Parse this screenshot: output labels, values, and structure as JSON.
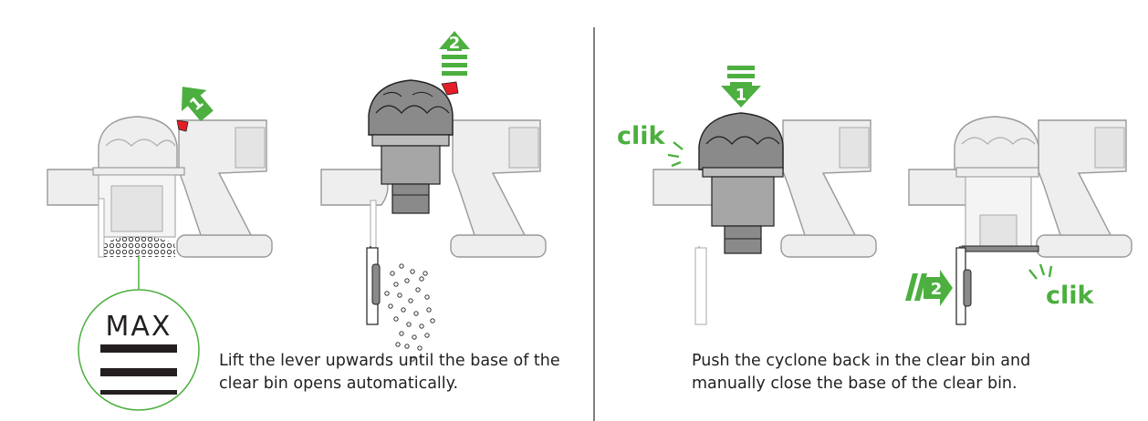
{
  "panels": {
    "left": {
      "steps": [
        "1",
        "2"
      ],
      "max_label": "MAX",
      "caption_lines": [
        "Lift the lever upwards until the base of the",
        "clear bin opens automatically."
      ]
    },
    "right": {
      "steps": [
        "1",
        "2"
      ],
      "sound_labels": [
        "clik",
        "clik"
      ],
      "caption_lines": [
        "Push the cyclone back in the clear bin and",
        "manually close the base of the clear bin."
      ]
    }
  },
  "colors": {
    "accent_green": "#4caf3f",
    "lever_red": "#e41e26",
    "outline": "#231f20",
    "body_light": "#eeeeee",
    "cyclone_dark": "#8a8a8a",
    "divider": "#555555"
  }
}
